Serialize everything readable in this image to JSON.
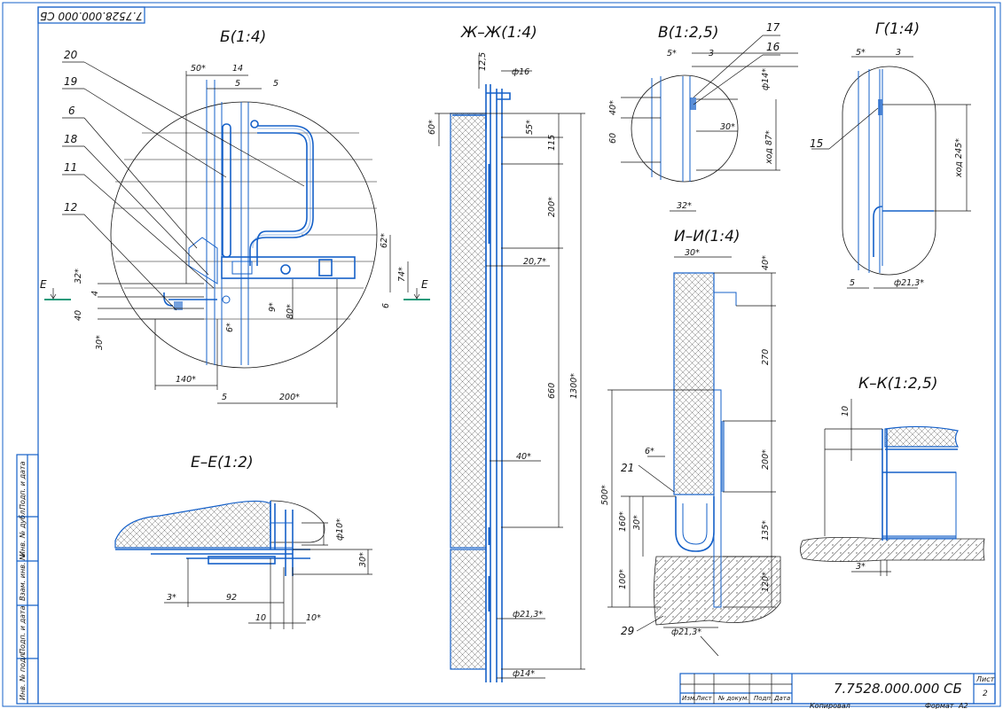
{
  "document": {
    "stamp_code": "7.7528.000.000 СБ",
    "sheet_label": "Лист",
    "sheet_number": "2",
    "copy_label": "Копировал",
    "format_label": "Формат",
    "format_value": "A2"
  },
  "side_stamp": [
    "Подп. и дата",
    "Инв. № дубл.",
    "Взам. инв. №",
    "Подп. и дата",
    "Инв. № подл."
  ],
  "title_block": {
    "code": "7.7528.000.000 СБ",
    "columns": [
      "Изм.",
      "Лист",
      "№ докум.",
      "Подп.",
      "Дата"
    ]
  },
  "views": {
    "b": {
      "title": "Б(1:4)",
      "cut_mark": "Е"
    },
    "zh": {
      "title": "Ж–Ж(1:4)"
    },
    "v": {
      "title": "В(1:2,5)"
    },
    "g": {
      "title": "Г(1:4)"
    },
    "i": {
      "title": "И–И(1:4)"
    },
    "e": {
      "title": "Е–Е(1:2)"
    },
    "k": {
      "title": "К–К(1:2,5)"
    }
  },
  "positions": [
    "20",
    "19",
    "6",
    "18",
    "11",
    "12",
    "17",
    "16",
    "15",
    "21",
    "29"
  ],
  "dims_b": [
    "50*",
    "14",
    "5",
    "5",
    "32*",
    "4",
    "40",
    "30*",
    "62*",
    "74*",
    "6",
    "9*",
    "80*",
    "6*",
    "140*",
    "5",
    "200*"
  ],
  "dims_zh": [
    "12,5",
    "ф16",
    "60*",
    "55*",
    "115",
    "200*",
    "20,7*",
    "660",
    "1300*",
    "40*",
    "ф21,3*",
    "ф14*"
  ],
  "dims_v": [
    "5*",
    "3",
    "ф14*",
    "40*",
    "60",
    "30*",
    "ход 87*",
    "32*"
  ],
  "dims_g": [
    "5*",
    "3",
    "ход 245*",
    "5",
    "ф21,3*"
  ],
  "dims_i": [
    "30*",
    "40*",
    "270",
    "200*",
    "6*",
    "500*",
    "160*",
    "30*",
    "135*",
    "100*",
    "120*",
    "ф21,3*"
  ],
  "dims_e": [
    "ф10*",
    "30*",
    "3*",
    "92",
    "10",
    "10*"
  ],
  "dims_k": [
    "10",
    "3*"
  ]
}
